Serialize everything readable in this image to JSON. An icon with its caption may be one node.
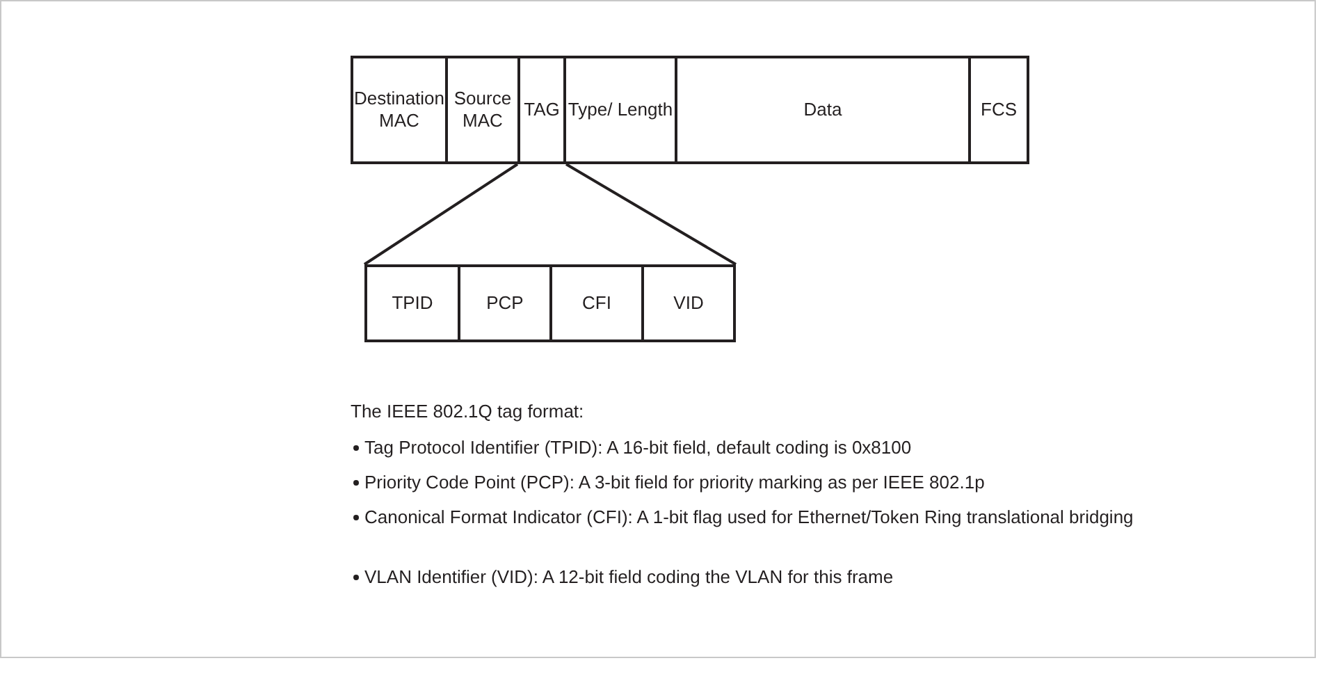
{
  "diagram": {
    "nodes": [
      {
        "text": [
          "Destination MAC"
        ]
      },
      {
        "text": [
          "Source MAC"
        ]
      },
      {
        "text": [
          "TAG"
        ]
      },
      {
        "text": [
          "Type/ Length"
        ]
      },
      {
        "text": [
          "Data"
        ]
      },
      {
        "text": [
          "FCS"
        ]
      },
      {
        "text": [
          "TPID"
        ]
      },
      {
        "text": [
          "PCP"
        ]
      },
      {
        "text": [
          "CFI"
        ]
      },
      {
        "text": [
          "VID"
        ]
      }
    ],
    "edges": [
      {
        "from": 2,
        "to": 6,
        "arrow": "none"
      },
      {
        "from": 2,
        "to": 9,
        "arrow": "none"
      }
    ],
    "labels": [
      "The IEEE 802.1Q tag format:",
      "Tag Protocol Identifier (TPID): A 16-bit field, default coding is 0x8100",
      "Priority Code Point (PCP): A 3-bit field for priority marking as per IEEE 802.1p",
      "Canonical Format Indicator (CFI): A 1-bit flag used for Ethernet/Token Ring translational bridging",
      "VLAN Identifier (VID): A 12-bit field coding the VLAN for this frame"
    ]
  }
}
